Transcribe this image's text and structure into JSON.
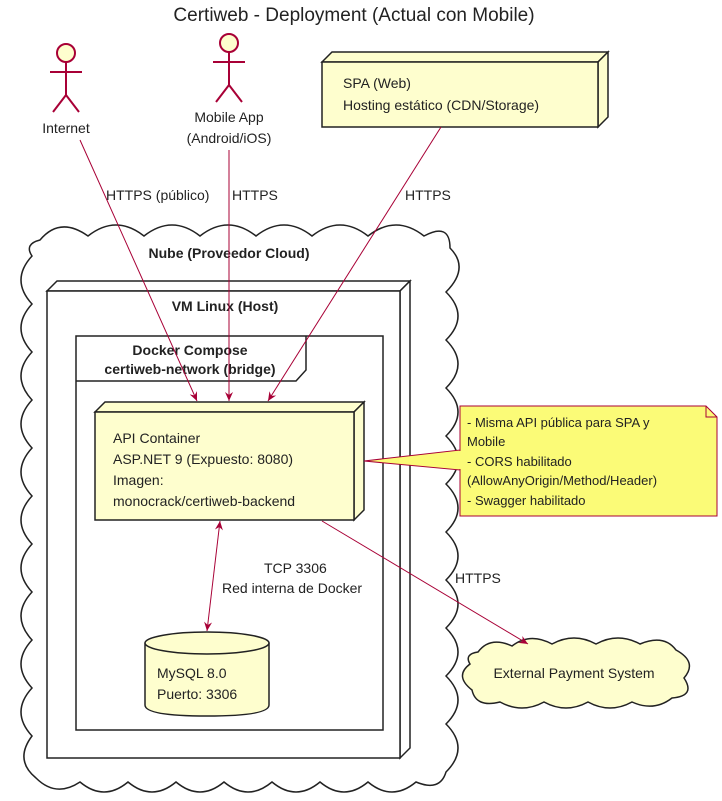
{
  "title": "Certiweb - Deployment (Actual con Mobile)",
  "actors": {
    "internet": {
      "label": "Internet"
    },
    "mobile": {
      "label_line1": "Mobile App",
      "label_line2": "(Android/iOS)"
    }
  },
  "spa": {
    "line1": "SPA (Web)",
    "line2": "Hosting estático (CDN/Storage)"
  },
  "edges": {
    "internet_label": "HTTPS (público)",
    "mobile_label": "HTTPS",
    "spa_label": "HTTPS",
    "mysql_label_line1": "TCP 3306",
    "mysql_label_line2": "Red interna de Docker",
    "payment_label": "HTTPS"
  },
  "cloud": {
    "label": "Nube (Proveedor Cloud)"
  },
  "vm": {
    "label": "VM Linux (Host)"
  },
  "compose": {
    "line1": "Docker Compose",
    "line2": "certiweb-network (bridge)"
  },
  "api": {
    "line1": "API Container",
    "line2": "ASP.NET 9 (Expuesto: 8080)",
    "line3": "Imagen:",
    "line4": "monocrack/certiweb-backend"
  },
  "note": {
    "line1": "- Misma API pública para SPA y",
    "line2": "Mobile",
    "line3": "- CORS habilitado",
    "line4": "(AllowAnyOrigin/Method/Header)",
    "line5": "- Swagger habilitado"
  },
  "mysql": {
    "line1": "MySQL 8.0",
    "line2": "Puerto: 3306"
  },
  "payment": {
    "label": "External Payment System"
  },
  "colors": {
    "node_fill": "#FEFECE",
    "actor_stroke": "#A80036",
    "arrow": "#A80036",
    "note_fill": "#FBFB77",
    "note_stroke": "#A80036"
  }
}
